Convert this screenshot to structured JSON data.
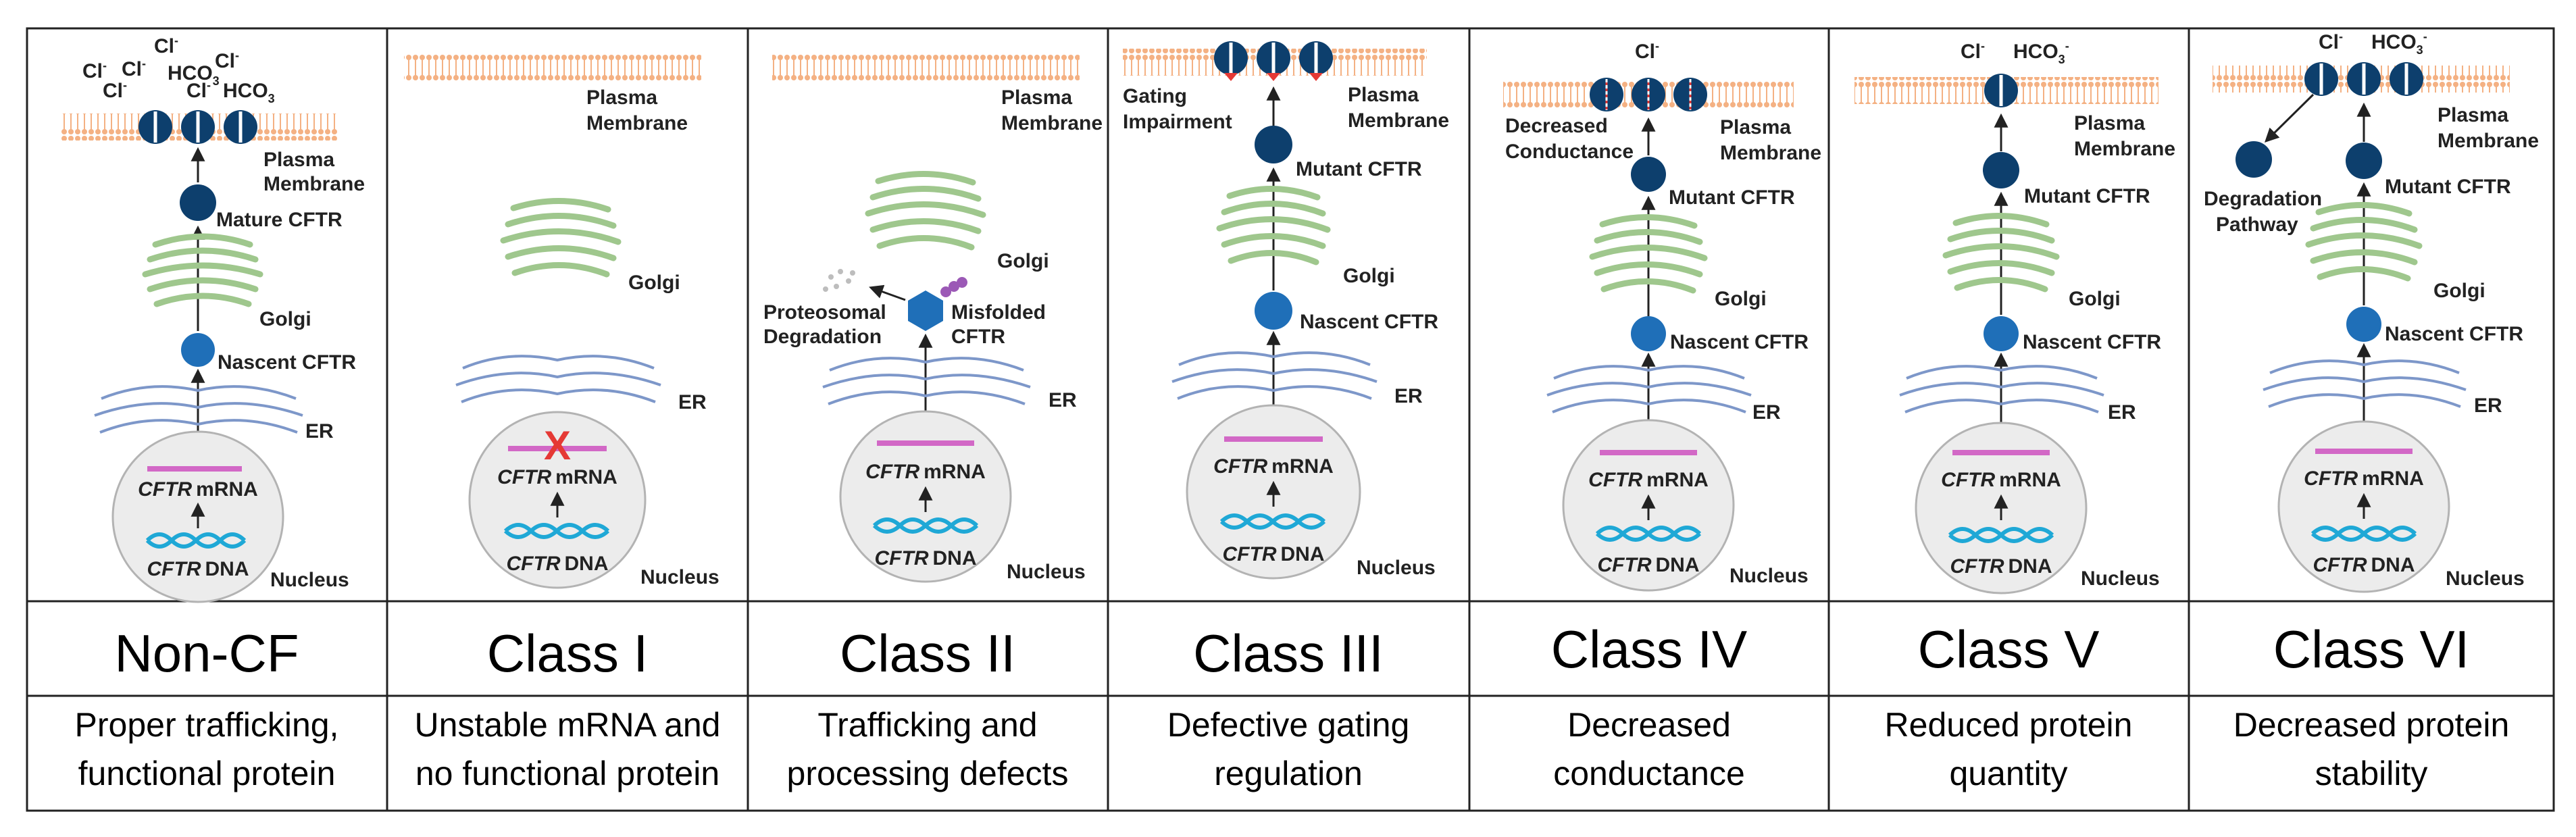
{
  "colors": {
    "membrane": "#f4b183",
    "golgi": "#9fc78d",
    "er": "#7d97c9",
    "nucleus_fill": "#ececec",
    "nucleus_stroke": "#b3b3b3",
    "mrna": "#d268c6",
    "dna": "#1fa8d6",
    "protein_dark": "#0d3f6d",
    "protein_light": "#1f6fb8",
    "red_mark": "#e53935",
    "purple": "#9b59b6"
  },
  "panels": [
    {
      "title": "Non-CF",
      "desc_lines": [
        "Proper trafficking,",
        "functional protein"
      ],
      "labels": {
        "membrane": [
          "Plasma",
          "Membrane"
        ],
        "top_protein": "Mature CFTR",
        "golgi": "Golgi",
        "nascent": "Nascent CFTR",
        "er": "ER",
        "mrna_gene": "CFTR",
        "mrna_suffix": "mRNA",
        "dna_gene": "CFTR",
        "dna_suffix": "DNA",
        "nucleus": "Nucleus",
        "ions": [
          "Cl",
          "Cl",
          "Cl",
          "HCO",
          "Cl",
          "Cl",
          "Cl",
          "HCO"
        ]
      }
    },
    {
      "title": "Class I",
      "desc_lines": [
        "Unstable mRNA and",
        "no functional protein"
      ],
      "labels": {
        "membrane": [
          "Plasma",
          "Membrane"
        ],
        "golgi": "Golgi",
        "er": "ER",
        "mrna_gene": "CFTR",
        "mrna_suffix": "mRNA",
        "dna_gene": "CFTR",
        "dna_suffix": "DNA",
        "nucleus": "Nucleus",
        "x_mark": "X"
      }
    },
    {
      "title": "Class II",
      "desc_lines": [
        "Trafficking and",
        "processing defects"
      ],
      "labels": {
        "membrane": [
          "Plasma",
          "Membrane"
        ],
        "golgi": "Golgi",
        "misfolded": [
          "Misfolded",
          "CFTR"
        ],
        "degradation": [
          "Proteosomal",
          "Degradation"
        ],
        "er": "ER",
        "mrna_gene": "CFTR",
        "mrna_suffix": "mRNA",
        "dna_gene": "CFTR",
        "dna_suffix": "DNA",
        "nucleus": "Nucleus"
      }
    },
    {
      "title": "Class III",
      "desc_lines": [
        "Defective gating",
        "regulation"
      ],
      "labels": {
        "membrane": [
          "Plasma",
          "Membrane"
        ],
        "gating": [
          "Gating",
          "Impairment"
        ],
        "top_protein": "Mutant CFTR",
        "golgi": "Golgi",
        "nascent": "Nascent CFTR",
        "er": "ER",
        "mrna_gene": "CFTR",
        "mrna_suffix": "mRNA",
        "dna_gene": "CFTR",
        "dna_suffix": "DNA",
        "nucleus": "Nucleus"
      }
    },
    {
      "title": "Class IV",
      "desc_lines": [
        "Decreased",
        "conductance"
      ],
      "labels": {
        "membrane": [
          "Plasma",
          "Membrane"
        ],
        "conductance": [
          "Decreased",
          "Conductance"
        ],
        "top_protein": "Mutant CFTR",
        "golgi": "Golgi",
        "nascent": "Nascent CFTR",
        "er": "ER",
        "mrna_gene": "CFTR",
        "mrna_suffix": "mRNA",
        "dna_gene": "CFTR",
        "dna_suffix": "DNA",
        "nucleus": "Nucleus",
        "ions": [
          "Cl"
        ]
      }
    },
    {
      "title": "Class V",
      "desc_lines": [
        "Reduced protein",
        "quantity"
      ],
      "labels": {
        "membrane": [
          "Plasma",
          "Membrane"
        ],
        "top_protein": "Mutant CFTR",
        "golgi": "Golgi",
        "nascent": "Nascent CFTR",
        "er": "ER",
        "mrna_gene": "CFTR",
        "mrna_suffix": "mRNA",
        "dna_gene": "CFTR",
        "dna_suffix": "DNA",
        "nucleus": "Nucleus",
        "ions": [
          "Cl",
          "HCO"
        ]
      }
    },
    {
      "title": "Class VI",
      "desc_lines": [
        "Decreased protein",
        "stability"
      ],
      "labels": {
        "membrane": [
          "Plasma",
          "Membrane"
        ],
        "degradation": [
          "Degradation",
          "Pathway"
        ],
        "top_protein": "Mutant CFTR",
        "golgi": "Golgi",
        "nascent": "Nascent CFTR",
        "er": "ER",
        "mrna_gene": "CFTR",
        "mrna_suffix": "mRNA",
        "dna_gene": "CFTR",
        "dna_suffix": "DNA",
        "nucleus": "Nucleus",
        "ions": [
          "Cl",
          "HCO"
        ]
      }
    }
  ],
  "sub": {
    "ion3": "3",
    "minus": "-"
  }
}
